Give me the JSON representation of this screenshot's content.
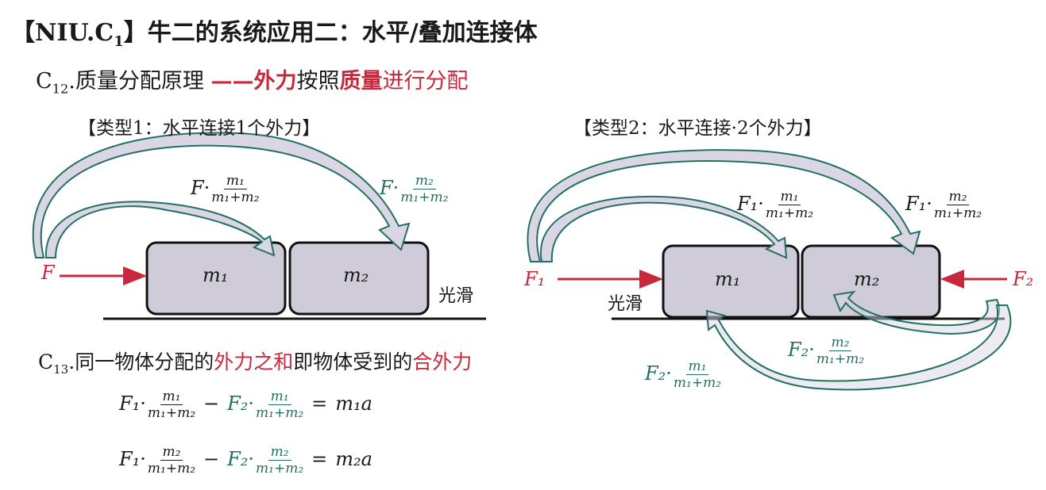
{
  "title": {
    "prefix": "【NIU.C",
    "sub": "1",
    "text": "】牛二的系统应用二：水平/叠加连接体"
  },
  "c12": {
    "label": "C",
    "sub": "12",
    "dot": ".",
    "text": "质量分配原理 ",
    "dash": "——",
    "r1": "外力",
    "b1": "按照",
    "r2": "质量",
    "b2": "进行分配"
  },
  "type1": "【类型1：水平连接1个外力】",
  "type2": "【类型2：水平连接·2个外力】",
  "left_diagram": {
    "force": "F",
    "block1": "m₁",
    "block2": "m₂",
    "surface": "光滑",
    "label1": {
      "pre": "F·",
      "num": "m₁",
      "den": "m₁+m₂"
    },
    "label2": {
      "pre": "F·",
      "num": "m₂",
      "den": "m₁+m₂"
    }
  },
  "right_diagram": {
    "force1": "F₁",
    "force2": "F₂",
    "block1": "m₁",
    "block2": "m₂",
    "surface": "光滑",
    "label1": {
      "pre": "F₁·",
      "num": "m₁",
      "den": "m₁+m₂"
    },
    "label2": {
      "pre": "F₁·",
      "num": "m₂",
      "den": "m₁+m₂"
    },
    "label3": {
      "pre": "F₂·",
      "num": "m₂",
      "den": "m₁+m₂"
    },
    "label4": {
      "pre": "F₂·",
      "num": "m₁",
      "den": "m₁+m₂"
    }
  },
  "c13": {
    "label": "C",
    "sub": "13",
    "dot": ".",
    "t1": "同一物体分配的",
    "r1": "外力之和",
    "t2": "即物体受到的",
    "r2": "合外力"
  },
  "equations": [
    {
      "a": "F₁·",
      "an": "m₁",
      "ad": "m₁+m₂",
      "op": "−",
      "b": "F₂·",
      "bn": "m₁",
      "bd": "m₁+m₂",
      "eq": "=",
      "rhs": "m₁a"
    },
    {
      "a": "F₁·",
      "an": "m₂",
      "ad": "m₁+m₂",
      "op": "−",
      "b": "F₂·",
      "bn": "m₂",
      "bd": "m₁+m₂",
      "eq": "=",
      "rhs": "m₂a"
    }
  ],
  "colors": {
    "red": "#c8283c",
    "teal": "#23705f",
    "block": "#cfcbd9"
  }
}
